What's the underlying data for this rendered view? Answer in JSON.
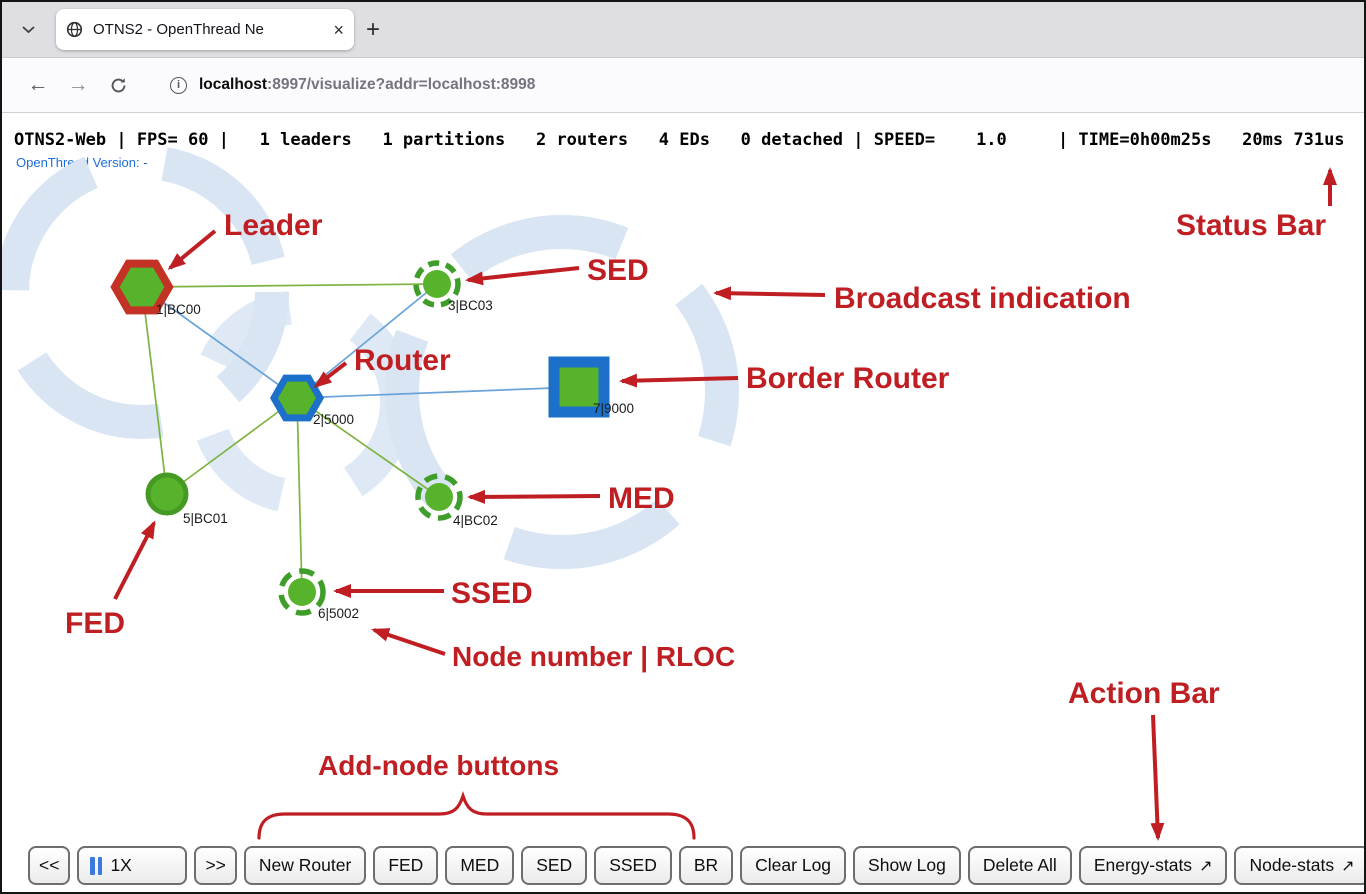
{
  "browser": {
    "tab_title": "OTNS2 - OpenThread Ne",
    "url_host": "localhost",
    "url_path": ":8997/visualize?addr=localhost:8998",
    "icons": {
      "back": "←",
      "forward": "→",
      "close_tab": "×",
      "new_tab": "+",
      "info": "i"
    }
  },
  "status_bar": {
    "text": "OTNS2-Web | FPS= 60 |   1 leaders   1 partitions   2 routers   4 EDs   0 detached | SPEED=    1.0     | TIME=0h00m25s   20ms 731us",
    "version_line": "OpenThread Version: -"
  },
  "canvas": {
    "nodes": [
      {
        "number": "1",
        "rloc": "BC00",
        "role": "Leader",
        "label": "1|BC00"
      },
      {
        "number": "2",
        "rloc": "5000",
        "role": "Router",
        "label": "2|5000"
      },
      {
        "number": "3",
        "rloc": "BC03",
        "role": "SED",
        "label": "3|BC03"
      },
      {
        "number": "4",
        "rloc": "BC02",
        "role": "MED",
        "label": "4|BC02"
      },
      {
        "number": "5",
        "rloc": "BC01",
        "role": "FED",
        "label": "5|BC01"
      },
      {
        "number": "6",
        "rloc": "5002",
        "role": "SSED",
        "label": "6|5002"
      },
      {
        "number": "7",
        "rloc": "9000",
        "role": "Border Router",
        "label": "7|9000"
      }
    ]
  },
  "annotations": {
    "leader": "Leader",
    "sed": "SED",
    "broadcast": "Broadcast indication",
    "router": "Router",
    "border_router": "Border Router",
    "med": "MED",
    "fed": "FED",
    "ssed": "SSED",
    "node_number": "Node number |  RLOC",
    "status_bar": "Status Bar",
    "action_bar": "Action Bar",
    "add_node_buttons": "Add-node buttons"
  },
  "action_bar": {
    "buttons": [
      {
        "label": "<<"
      },
      {
        "label": "1X"
      },
      {
        "label": ">>"
      },
      {
        "label": "New Router"
      },
      {
        "label": "FED"
      },
      {
        "label": "MED"
      },
      {
        "label": "SED"
      },
      {
        "label": "SSED"
      },
      {
        "label": "BR"
      },
      {
        "label": "Clear Log"
      },
      {
        "label": "Show Log"
      },
      {
        "label": "Delete All"
      },
      {
        "label": "Energy-stats",
        "icon": "↗"
      },
      {
        "label": "Node-stats",
        "icon": "↗"
      }
    ]
  },
  "colors": {
    "node_green": "#57b22c",
    "leader_red": "#c43125",
    "router_blue": "#1d70c9",
    "annotation_red": "#bf1e22",
    "link_green": "#7cb342",
    "link_blue": "#6aa3d8",
    "broadcast_blue": "#d9e5f3",
    "pause_blue": "#3a7ae0",
    "version_blue": "#1b6ed8"
  }
}
